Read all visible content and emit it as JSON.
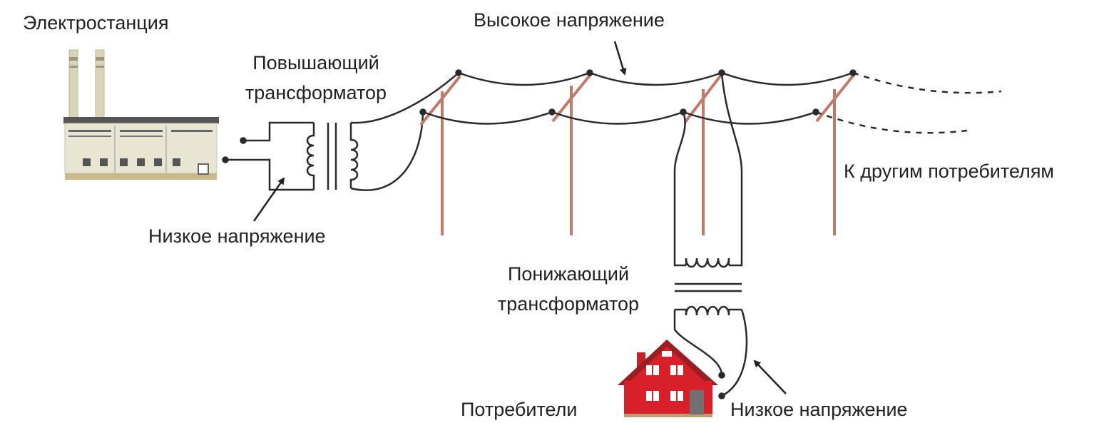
{
  "labels": {
    "power_station": "Электростанция",
    "high_voltage": "Высокое напряжение",
    "step_up_line1": "Повышающий",
    "step_up_line2": "трансформатор",
    "low_voltage_left": "Низкое напряжение",
    "to_other_consumers": "К другим потребителям",
    "step_down_line1": "Понижающий",
    "step_down_line2": "трансформатор",
    "consumers": "Потребители",
    "low_voltage_right": "Низкое напряжение"
  },
  "icons": {
    "plant": "power-plant-icon",
    "house": "house-icon"
  },
  "colors": {
    "wire": "#2a2a2a",
    "pole": "#c07a6a",
    "house_wall": "#d8202a",
    "house_roof": "#9a1f22",
    "plant_body": "#e8e6d2",
    "plant_chimney": "#d9d6b8",
    "text": "#222222"
  }
}
